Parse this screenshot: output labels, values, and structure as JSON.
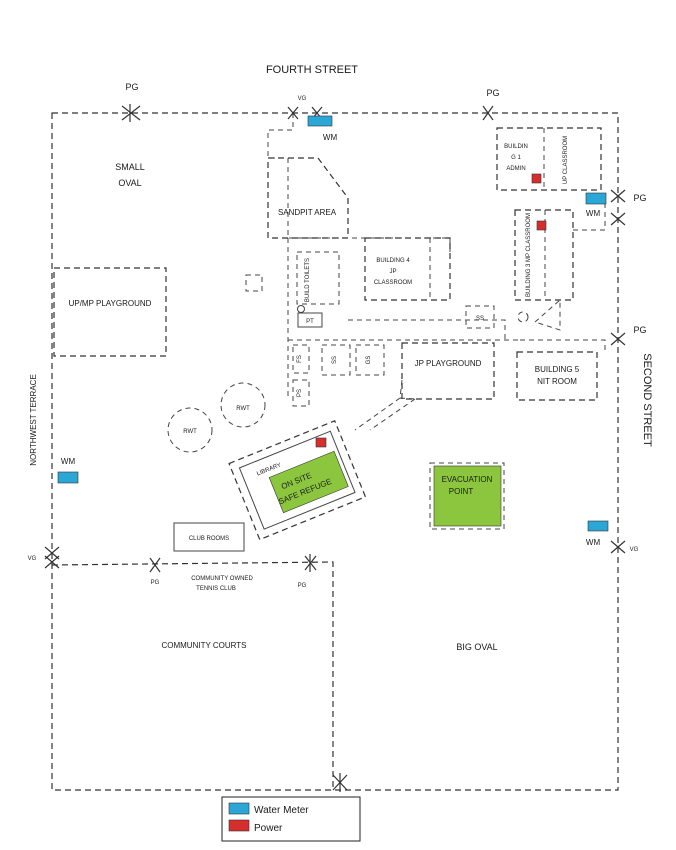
{
  "streets": {
    "north": "FOURTH STREET",
    "east": "SECOND STREET",
    "west": "NORTHWEST TERRACE"
  },
  "areas": {
    "small_oval_line1": "SMALL",
    "small_oval_line2": "OVAL",
    "sandpit": "SANDPIT AREA",
    "up_mp_playground": "UP/MP PLAYGROUND",
    "building1_line1": "BUILDIN",
    "building1_line2": "G 1",
    "building1_line3": "ADMIN",
    "up_classroom": "UP CLASSROOM",
    "building3": "BUILDING 3 MP CLASSROOM",
    "building4_line1": "BUILDING 4",
    "building4_line2": "JP",
    "building4_line3": "CLASSROOM",
    "toilets": "BUILD TOILETS",
    "pt": "PT",
    "ss1": "SS",
    "fs": "FS",
    "ss2": "SS",
    "gs": "GS",
    "ps": "PS",
    "jp_playground": "JP PLAYGROUND",
    "building5_line1": "BUILDING 5",
    "building5_line2": "NIT ROOM",
    "rwt1": "RWT",
    "rwt2": "RWT",
    "library": "LIBRARY",
    "safe_refuge_line1": "ON SITE",
    "safe_refuge_line2": "SAFE REFUGE",
    "evacuation_line1": "EVACUATION",
    "evacuation_line2": "POINT",
    "club_rooms": "CLUB ROOMS",
    "tennis_line1": "COMMUNITY OWNED",
    "tennis_line2": "TENNIS CLUB",
    "community_courts": "COMMUNITY COURTS",
    "big_oval": "BIG OVAL"
  },
  "markers": {
    "pg_top_left": "PG",
    "vg_top": "VG",
    "wm_top": "WM",
    "pg_top_right": "PG",
    "wm_right": "WM",
    "pg_right_upper": "PG",
    "pg_right_mid": "PG",
    "wm_left": "WM",
    "vg_left": "VG",
    "pg_tennis_left": "PG",
    "pg_tennis_right": "PG",
    "wm_right_lower": "WM",
    "vg_right": "VG"
  },
  "legend": {
    "water_meter": "Water Meter",
    "power": "Power"
  },
  "colors": {
    "water_meter": "#2aa7d6",
    "power": "#d62d2d",
    "safe_zone": "#8cc63f"
  },
  "icons": {
    "gate": "cross-gate-icon",
    "water_meter": "water-meter-icon",
    "power": "power-icon"
  }
}
